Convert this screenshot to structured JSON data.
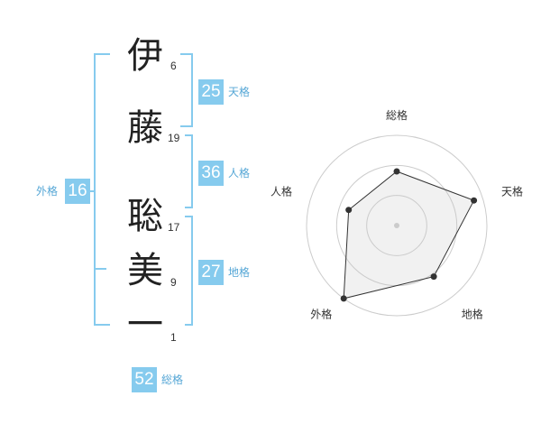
{
  "name_chars": [
    {
      "char": "伊",
      "strokes": "6"
    },
    {
      "char": "藤",
      "strokes": "19"
    },
    {
      "char": "聡",
      "strokes": "17"
    },
    {
      "char": "美",
      "strokes": "9"
    },
    {
      "char": "一",
      "strokes": "1"
    }
  ],
  "fortunes": {
    "tenkaku": {
      "label": "天格",
      "value": "25"
    },
    "jinkaku": {
      "label": "人格",
      "value": "36"
    },
    "chikaku": {
      "label": "地格",
      "value": "27"
    },
    "gaikaku": {
      "label": "外格",
      "value": "16"
    },
    "soukaku": {
      "label": "総格",
      "value": "52"
    }
  },
  "colors": {
    "bracket": "#86cbee",
    "badge": "#86cbee",
    "label": "#56a7d6"
  },
  "chart_data": {
    "type": "radar",
    "axes": [
      "総格",
      "天格",
      "地格",
      "外格",
      "人格"
    ],
    "values": [
      3.0,
      4.5,
      3.5,
      5.0,
      2.8
    ],
    "max": 5,
    "rings": 3
  }
}
